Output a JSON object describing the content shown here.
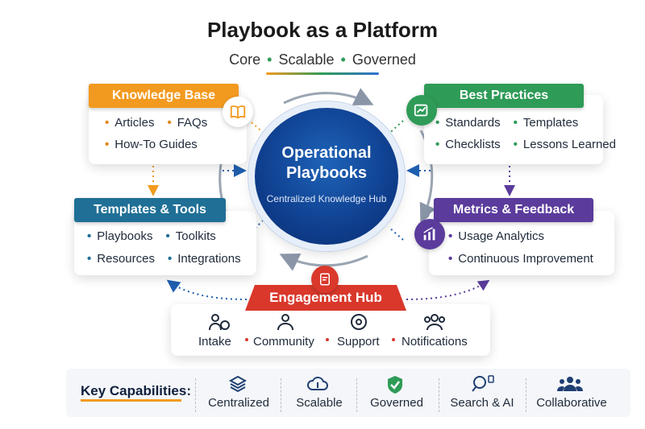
{
  "title": "Playbook as a Platform",
  "subtitle": {
    "parts": [
      "Core",
      "Scalable",
      "Governed"
    ],
    "separator": "•"
  },
  "center": {
    "title_line1": "Operational",
    "title_line2": "Playbooks",
    "subtitle": "Centralized Knowledge Hub"
  },
  "knowledge_base": {
    "title": "Knowledge Base",
    "items": [
      "Articles",
      "FAQs",
      "How-To Guides"
    ],
    "icon": "book-icon",
    "color": "#f29a1f"
  },
  "best_practices": {
    "title": "Best Practices",
    "items": [
      "Standards",
      "Templates",
      "Checklists",
      "Lessons Learned"
    ],
    "icon": "chart-check-icon",
    "color": "#2e9b57"
  },
  "templates_tools": {
    "title": "Templates & Tools",
    "items": [
      "Playbooks",
      "Toolkits",
      "Resources",
      "Integrations"
    ],
    "icon": "toolkit-icon",
    "color": "#1f6f96"
  },
  "metrics_feedback": {
    "title": "Metrics & Feedback",
    "items": [
      "Usage Analytics",
      "Continuous Improvement"
    ],
    "icon": "bar-chart-icon",
    "color": "#5b3b9c"
  },
  "engagement_hub": {
    "title": "Engagement Hub",
    "items": [
      "Intake",
      "Community",
      "Support",
      "Notifications"
    ],
    "icon": "document-icon",
    "color": "#d9382b"
  },
  "key_capabilities": {
    "label": "Key Capabilities:",
    "items": [
      "Centralized",
      "Scalable",
      "Governed",
      "Search & AI",
      "Collaborative"
    ]
  }
}
